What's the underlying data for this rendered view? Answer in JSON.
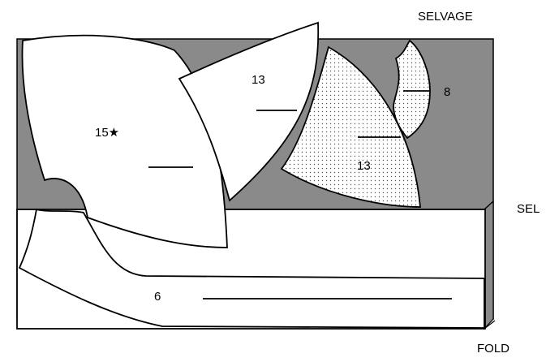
{
  "labels": {
    "top_edge": "SELVAGE",
    "right_edge": "SEL",
    "bottom_edge": "FOLD"
  },
  "pieces": [
    {
      "id": "piece-15",
      "label": "15★",
      "fill": "white"
    },
    {
      "id": "piece-13-upper",
      "label": "13",
      "fill": "white"
    },
    {
      "id": "piece-13-dotted",
      "label": "13",
      "fill": "dotted"
    },
    {
      "id": "piece-8",
      "label": "8",
      "fill": "dotted"
    },
    {
      "id": "piece-6",
      "label": "6",
      "fill": "white"
    }
  ],
  "colors": {
    "fabric": "#8a8a8a",
    "piece": "#ffffff",
    "outline": "#000000",
    "dots": "#555555"
  }
}
